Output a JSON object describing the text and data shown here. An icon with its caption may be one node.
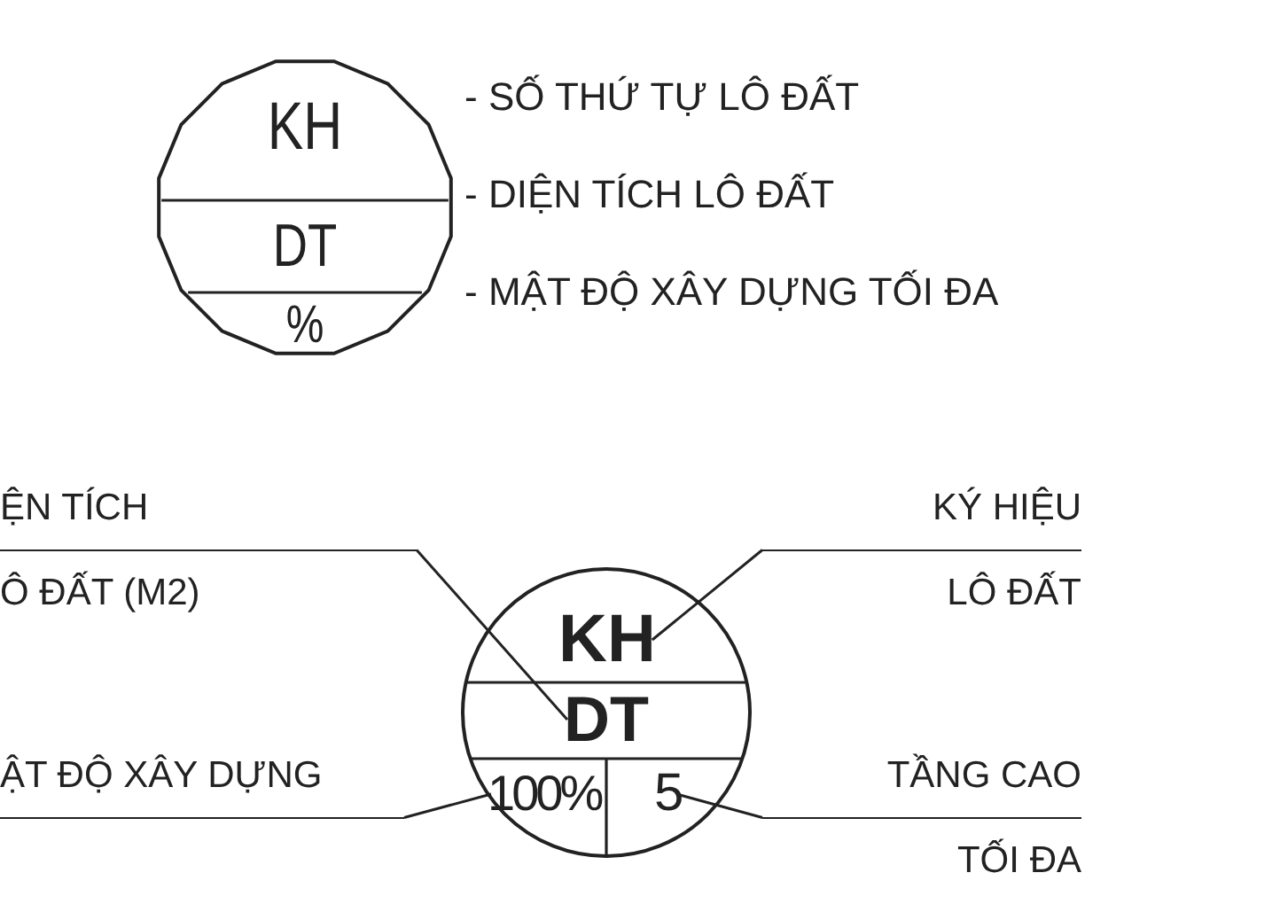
{
  "diagram": {
    "nodes": [
      {
        "text": [
          "KH",
          "DT",
          "%"
        ],
        "beside": [
          "- SỐ THỨ TỰ LÔ ĐẤT",
          "- DIỆN TÍCH LÔ ĐẤT",
          "- MẬT ĐỘ XÂY DỰNG TỐI ĐA"
        ]
      },
      {
        "text": [
          "ỆN TÍCH",
          "Ô ĐẤT (M2)"
        ]
      },
      {
        "text": [
          "KÝ HIỆU",
          "LÔ ĐẤT"
        ]
      },
      {
        "text": [],
        "shape": "circle"
      },
      {
        "text": [
          "KH"
        ],
        "in": 3
      },
      {
        "text": [
          "DT"
        ],
        "in": 3
      },
      {
        "text": [
          "100%"
        ],
        "in": 3
      },
      {
        "text": [
          "5"
        ],
        "in": 3
      },
      {
        "text": [
          "ẬT ĐỘ XÂY DỰNG"
        ]
      },
      {
        "text": [
          "TẦNG CAO",
          "TỐI ĐA"
        ]
      }
    ],
    "edges": [
      {
        "from": 1,
        "to": 5,
        "arrow": "none"
      },
      {
        "from": 2,
        "to": 4,
        "arrow": "none"
      },
      {
        "from": 8,
        "to": 6,
        "arrow": "none"
      },
      {
        "from": 9,
        "to": 7,
        "arrow": "none"
      }
    ]
  }
}
